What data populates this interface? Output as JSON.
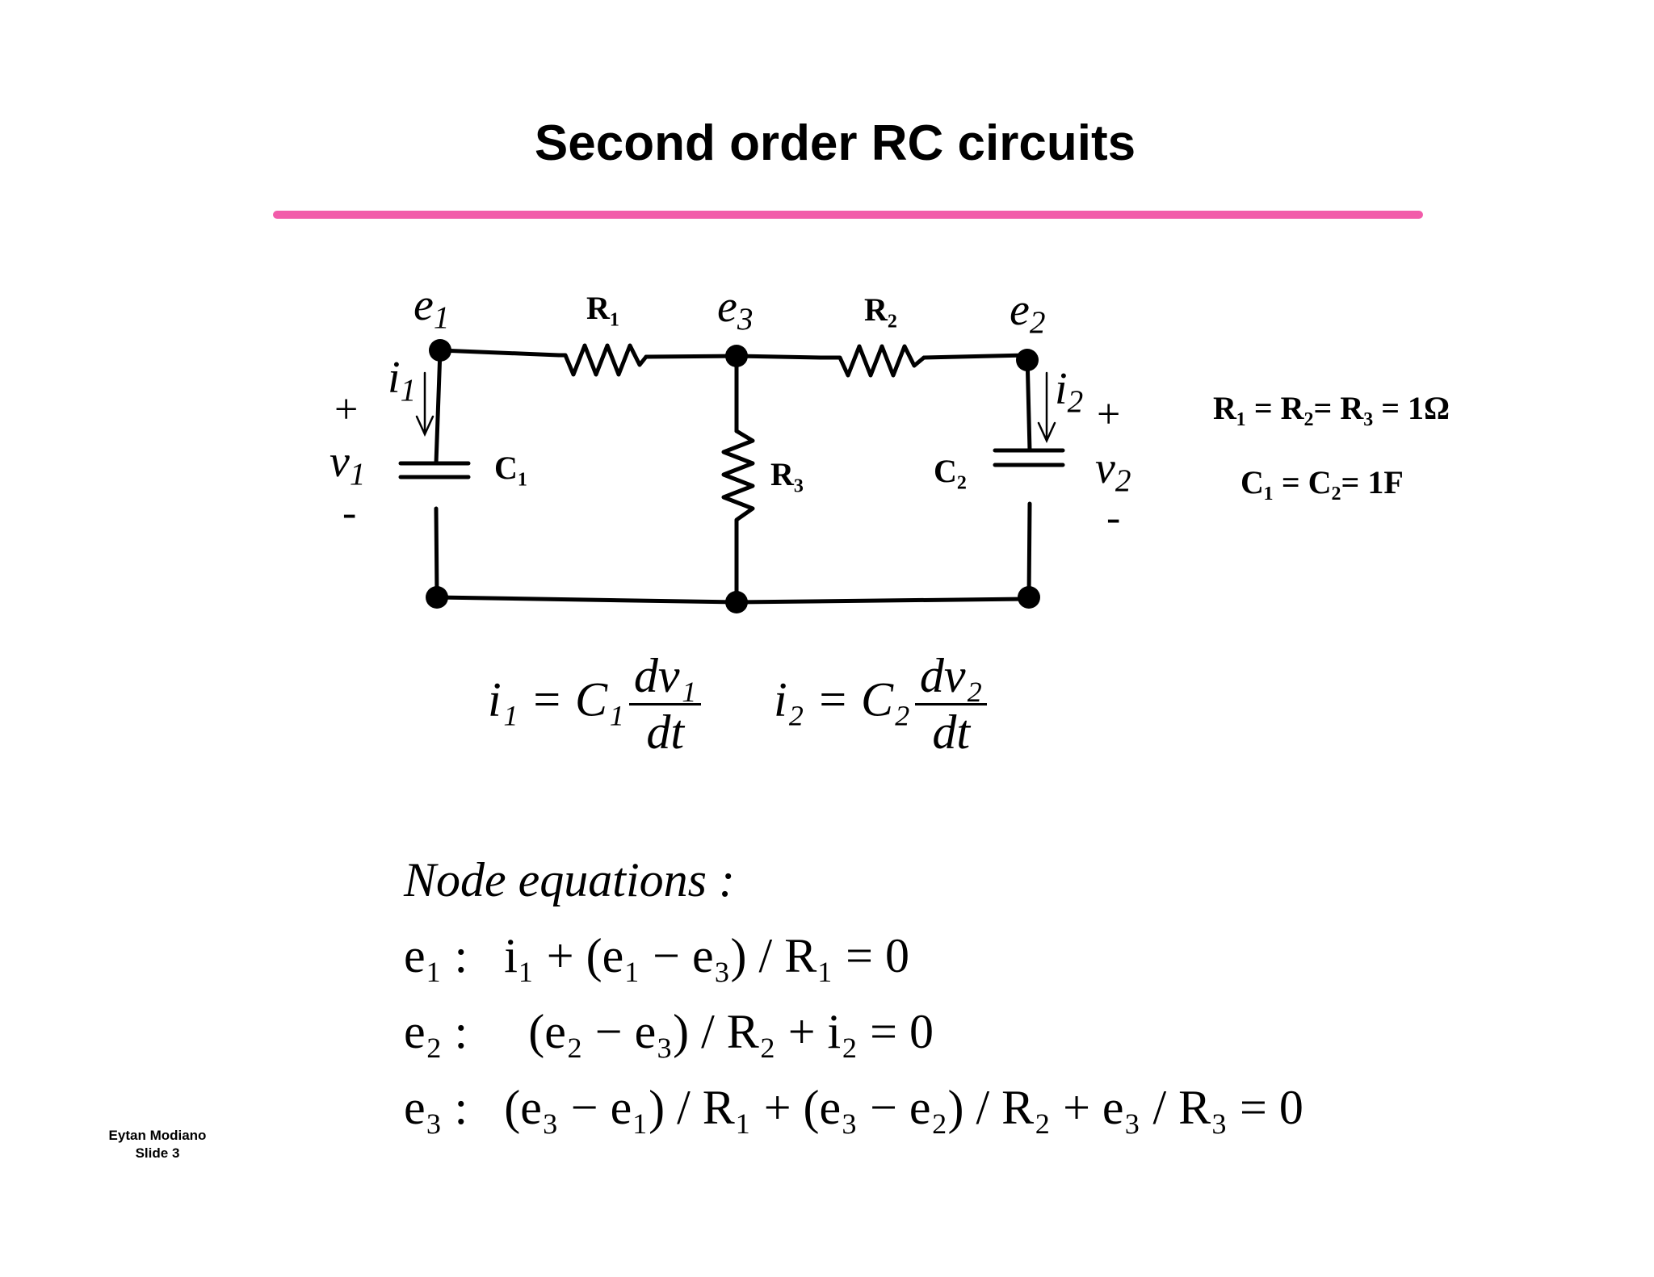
{
  "title": "Second order RC circuits",
  "colors": {
    "rule": "#f25caa",
    "ink": "#000000"
  },
  "circuit": {
    "nodes": {
      "e1": [
        "e",
        "1"
      ],
      "e3": [
        "e",
        "3"
      ],
      "e2": [
        "e",
        "2"
      ]
    },
    "components": {
      "R1": [
        "R",
        "1"
      ],
      "R2": [
        "R",
        "2"
      ],
      "R3": [
        "R",
        "3"
      ],
      "C1": [
        "C",
        "1"
      ],
      "C2": [
        "C",
        "2"
      ]
    },
    "currents": {
      "i1": [
        "i",
        "1"
      ],
      "i2": [
        "i",
        "2"
      ]
    },
    "voltages": {
      "v1": [
        "v",
        "1"
      ],
      "v2": [
        "v",
        "2"
      ]
    },
    "plus": "+",
    "minus": "-"
  },
  "values": {
    "resistors": "R₁ = R₂= R₃ = 1Ω",
    "capacitors": "C₁ = C₂= 1F"
  },
  "current_equations": {
    "eq1": {
      "lhs": "i₁ = C₁",
      "num": "dv₁",
      "den": "dt"
    },
    "eq2": {
      "lhs": "i₂ = C₂",
      "num": "dv₂",
      "den": "dt"
    }
  },
  "node_equations": {
    "heading": "Node equations :",
    "lines": [
      "e₁ :   i₁ + (e₁ − e₃) / R₁ = 0",
      "e₂ :     (e₂ − e₃) / R₂ + i₂ = 0",
      "e₃ :   (e₃ − e₁) / R₁ + (e₃ − e₂) / R₂ + e₃ / R₃ = 0"
    ]
  },
  "footer": {
    "author": "Eytan Modiano",
    "slide": "Slide 3"
  }
}
